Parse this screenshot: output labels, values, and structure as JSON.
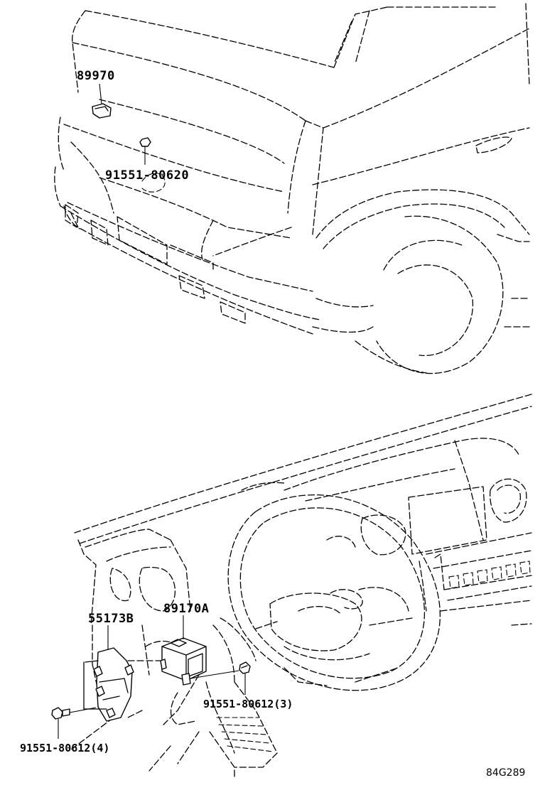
{
  "labels": {
    "sensor_front": "89970",
    "bolt_front": "91551-80620",
    "bracket": "55173B",
    "airbag_computer": "89170A",
    "bolt_center": "91551-80612(3)",
    "bolt_left": "91551-80612(4)",
    "drawing_ref": "84G289"
  }
}
